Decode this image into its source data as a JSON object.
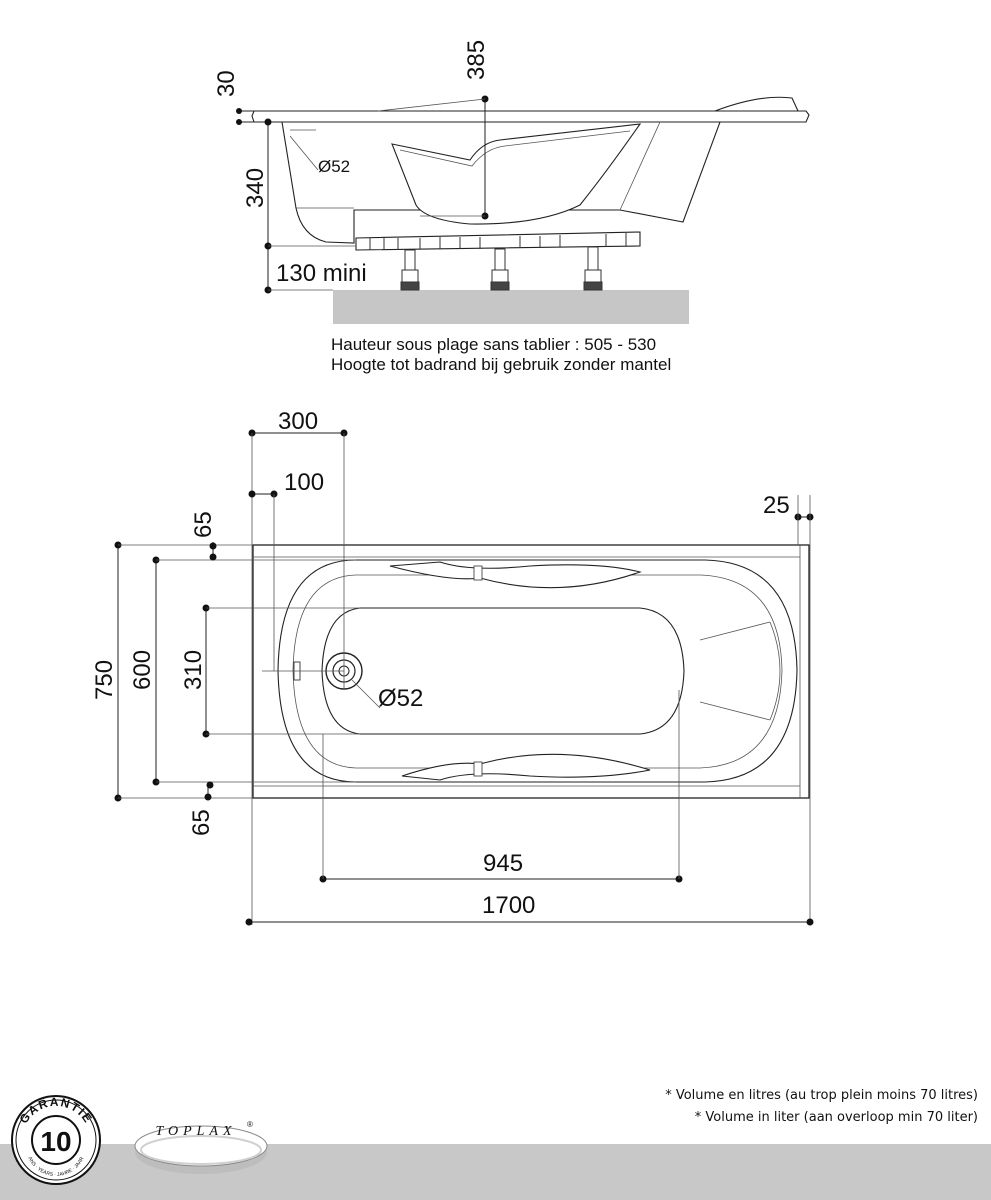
{
  "side_view": {
    "rim_thickness": "30",
    "depth_center": "385",
    "tub_height": "340",
    "drain_diameter": "Ø52",
    "floor_clearance": "130 mini",
    "caption_fr": "Hauteur sous plage sans tablier : 505 - 530",
    "caption_nl": "Hoogte tot badrand bij gebruik zonder mantel"
  },
  "top_view": {
    "drain_offset": "300",
    "overflow_offset": "100",
    "edge_right": "25",
    "rim_top": "65",
    "rim_bottom": "65",
    "total_width": "750",
    "inner_width": "600",
    "bottom_width": "310",
    "drain_diameter": "Ø52",
    "bottom_length": "945",
    "total_length": "1700"
  },
  "footer": {
    "note_fr": "* Volume en litres (au trop plein moins 70 litres)",
    "note_nl": "* Volume in liter (aan overloop min 70 liter)",
    "brand": "TOPLAX",
    "brand_mark": "®",
    "warranty_label": "GARANTIE",
    "warranty_years": "10",
    "warranty_sub": "ANS · YEARS · JAHRE · JAAR",
    "band_color": "#c8c8c8",
    "floor_color": "#c6c6c6"
  }
}
